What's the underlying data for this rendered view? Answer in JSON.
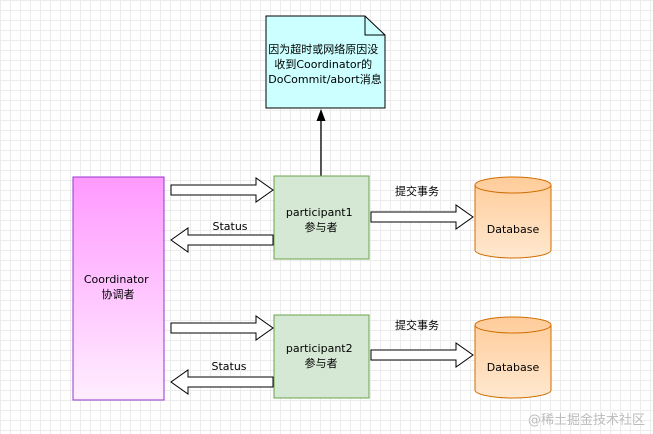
{
  "note": {
    "lines": [
      "因为超时或网络原因没",
      "收到Coordinator的",
      "DoCommit/abort消息"
    ],
    "fill": "#ccffff"
  },
  "coordinator": {
    "lines": [
      "Coordinator",
      "协调者"
    ],
    "gradient_top": "#ff99ff",
    "gradient_bottom": "#ffeeff",
    "stroke": "#9933cc"
  },
  "participants": [
    {
      "lines": [
        "participant1",
        "参与者"
      ]
    },
    {
      "lines": [
        "participant2",
        "参与者"
      ]
    }
  ],
  "participant_fill": "#d5e8d4",
  "participant_stroke": "#6ca34d",
  "databases": [
    {
      "label": "Database"
    },
    {
      "label": "Database"
    }
  ],
  "db_gradient_top": "#ffcc99",
  "db_gradient_bottom": "#ffe8d0",
  "db_stroke": "#d06d00",
  "status_labels": [
    "Status",
    "Status"
  ],
  "commit_labels": [
    "提交事务",
    "提交事务"
  ],
  "watermark": "@稀土掘金技术社区"
}
